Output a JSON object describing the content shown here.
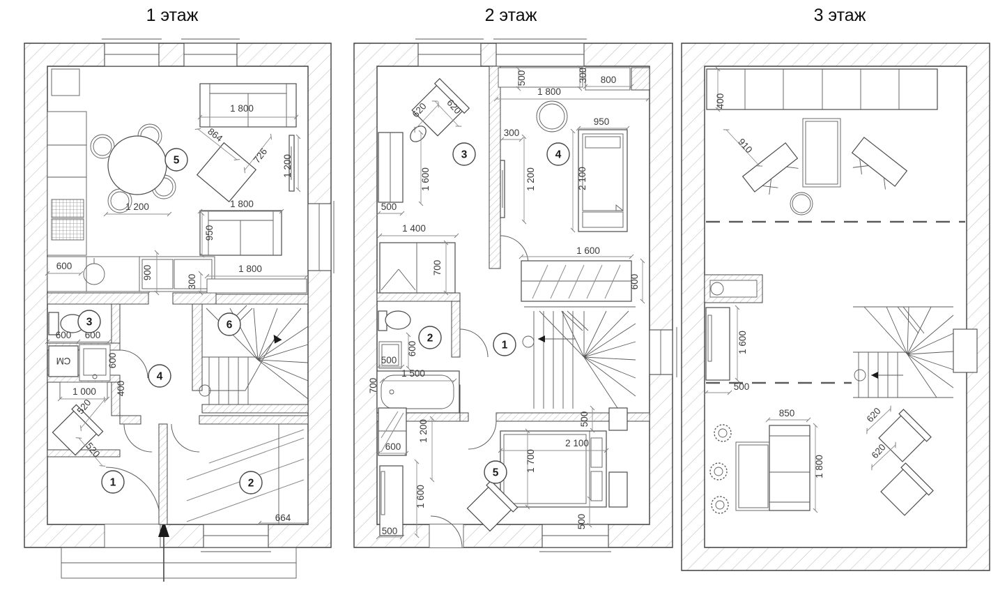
{
  "drawing": {
    "type": "floor-plans",
    "language": "ru",
    "colors": {
      "line": "#454545",
      "hatch": "#b6b6b6",
      "dim_text": "#3a3a3a",
      "background": "#ffffff"
    }
  },
  "floors": {
    "f1": {
      "title": "1 этаж",
      "rooms": [
        "1",
        "2",
        "3",
        "4",
        "5",
        "6"
      ],
      "dims": [
        "1 800",
        "864",
        "726",
        "1 200",
        "1 200",
        "1 800",
        "950",
        "600",
        "900",
        "300",
        "1 800",
        "600",
        "600",
        "600",
        "400",
        "1 000",
        "520",
        "520",
        "664",
        "СМ"
      ]
    },
    "f2": {
      "title": "2 этаж",
      "rooms": [
        "1",
        "2",
        "3",
        "4",
        "5"
      ],
      "dims": [
        "620",
        "620",
        "500",
        "1 800",
        "300",
        "800",
        "950",
        "300",
        "1 200",
        "2 100",
        "1 600",
        "500",
        "1 400",
        "700",
        "1 600",
        "600",
        "600",
        "500",
        "1 500",
        "700",
        "1 200",
        "600",
        "1 600",
        "500",
        "2 100",
        "1 700",
        "500",
        "500"
      ]
    },
    "f3": {
      "title": "3 этаж",
      "dims": [
        "400",
        "910",
        "1 600",
        "500",
        "850",
        "1 800",
        "620",
        "620"
      ]
    }
  }
}
